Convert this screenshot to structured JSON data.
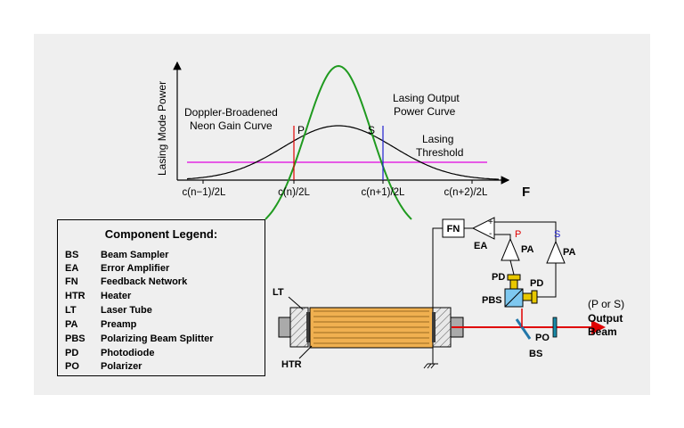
{
  "graph": {
    "y_axis_label": "Lasing Mode Power",
    "x_axis_label": "F",
    "tick_labels": [
      "c(n−1)/2L",
      "c(n)/2L",
      "c(n+1)/2L",
      "c(n+2)/2L"
    ],
    "gain_curve_label_1": "Doppler-Broadened",
    "gain_curve_label_2": "Neon Gain Curve",
    "output_curve_label_1": "Lasing Output",
    "output_curve_label_2": "Power Curve",
    "threshold_label_1": "Lasing",
    "threshold_label_2": "Threshold",
    "mode_p_label": "P",
    "mode_s_label": "S"
  },
  "colors": {
    "gain_curve": "#000000",
    "output_curve": "#1f9a1f",
    "threshold": "#e000e0",
    "mode_p": "#e00000",
    "mode_s": "#2020d0",
    "tube_body": "#f0b050",
    "beam": "#e00000",
    "pbs_cube": "#7ec8f0",
    "photodiode": "#e8c800"
  },
  "legend": {
    "title": "Component Legend:",
    "items": [
      {
        "abbr": "BS",
        "name": "Beam Sampler"
      },
      {
        "abbr": "EA",
        "name": "Error Amplifier"
      },
      {
        "abbr": "FN",
        "name": "Feedback Network"
      },
      {
        "abbr": "HTR",
        "name": "Heater"
      },
      {
        "abbr": "LT",
        "name": "Laser Tube"
      },
      {
        "abbr": "PA",
        "name": "Preamp"
      },
      {
        "abbr": "PBS",
        "name": "Polarizing Beam Splitter"
      },
      {
        "abbr": "PD",
        "name": "Photodiode"
      },
      {
        "abbr": "PO",
        "name": "Polarizer"
      }
    ]
  },
  "schematic": {
    "fn": "FN",
    "ea": "EA",
    "ea_plus": "+",
    "ea_minus": "-",
    "pa_left": "PA",
    "pa_right": "PA",
    "p_tag": "P",
    "s_tag": "S",
    "pd_left": "PD",
    "pd_right": "PD",
    "pbs": "PBS",
    "lt": "LT",
    "htr": "HTR",
    "bs": "BS",
    "po": "PO",
    "output_1": "(P or S)",
    "output_2": "Output",
    "output_3": "Beam"
  }
}
